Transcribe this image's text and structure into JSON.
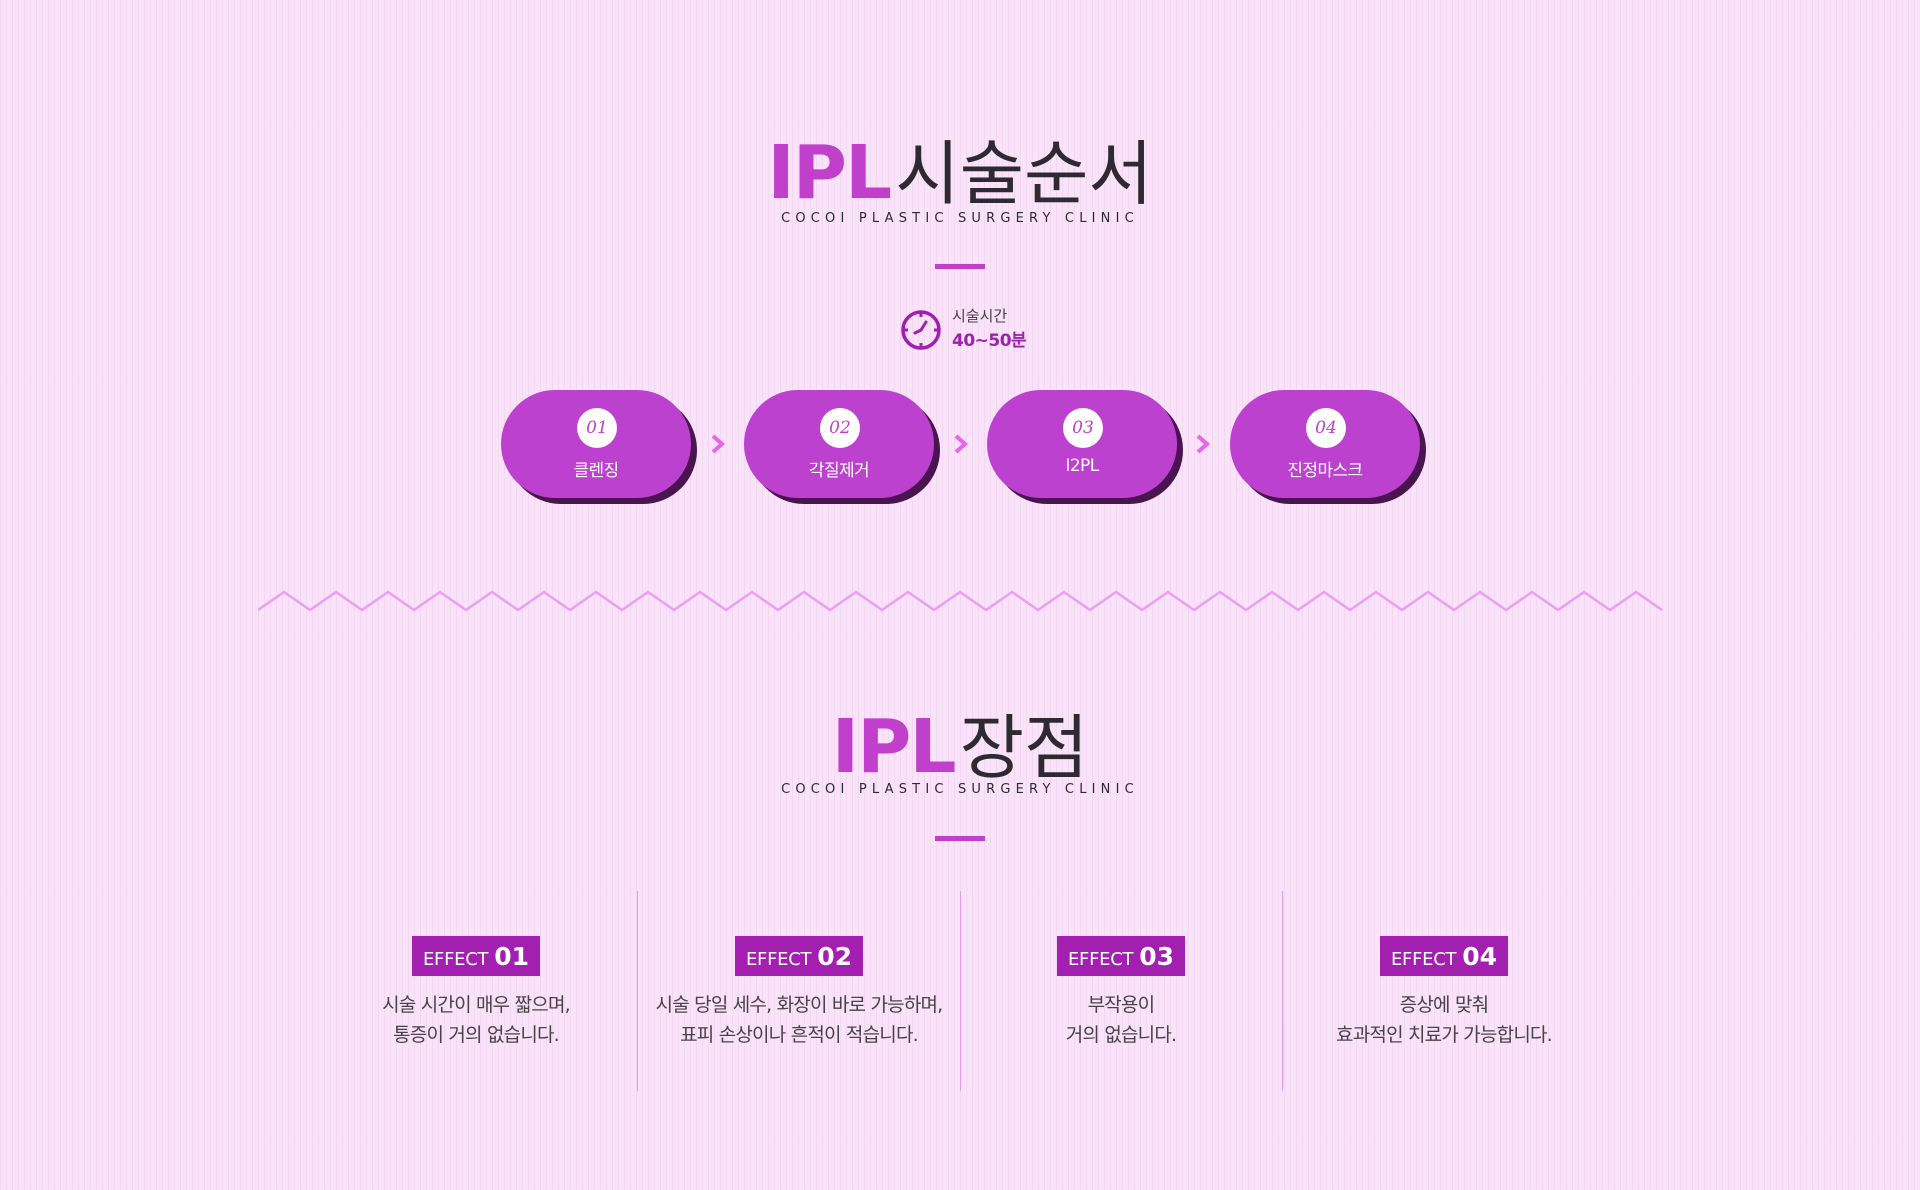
{
  "section1": {
    "title_ipl": "IPL",
    "title_kor": "시술순서",
    "subtitle": "COCOI PLASTIC SURGERY CLINIC",
    "time_label": "시술시간",
    "time_value": "40~50분",
    "steps": [
      {
        "num": "01",
        "label": "클렌징"
      },
      {
        "num": "02",
        "label": "각질제거"
      },
      {
        "num": "03",
        "label": "I2PL"
      },
      {
        "num": "04",
        "label": "진정마스크"
      }
    ]
  },
  "section2": {
    "title_ipl": "IPL",
    "title_kor": "장점",
    "subtitle": "COCOI PLASTIC SURGERY CLINIC",
    "effects": [
      {
        "word": "EFFECT",
        "num": "01",
        "line1": "시술 시간이 매우 짧으며,",
        "line2": "통증이 거의 없습니다."
      },
      {
        "word": "EFFECT",
        "num": "02",
        "line1": "시술 당일 세수, 화장이 바로 가능하며,",
        "line2": "표피 손상이나 흔적이 적습니다."
      },
      {
        "word": "EFFECT",
        "num": "03",
        "line1": "부작용이",
        "line2": "거의 없습니다."
      },
      {
        "word": "EFFECT",
        "num": "04",
        "line1": "증상에 맞춰",
        "line2": "효과적인 치료가 가능합니다."
      }
    ]
  },
  "colors": {
    "background": "#f8e3f8",
    "accent": "#c040cc",
    "pill": "#bd41cf",
    "pill_shadow": "#4a1450",
    "badge": "#a21fb0",
    "divider": "#e79ae9"
  },
  "icons": {
    "clock": "clock-icon",
    "arrow": "chevron-right-icon"
  }
}
